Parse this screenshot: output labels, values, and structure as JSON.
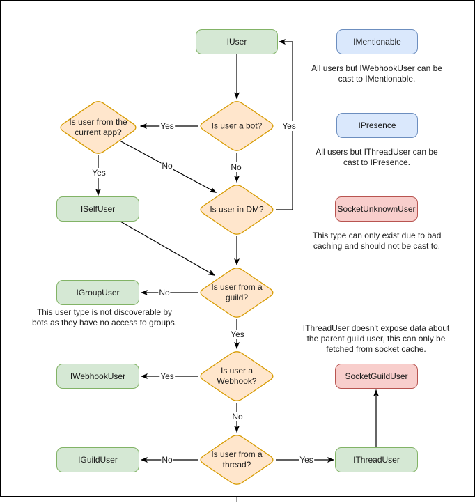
{
  "diagram": {
    "title_hint": "User type decision flowchart",
    "nodes": {
      "iuser": {
        "label": "IUser"
      },
      "imentionable": {
        "label": "IMentionable"
      },
      "ipresence": {
        "label": "IPresence"
      },
      "socket_unknown": {
        "label": "SocketUnknownUser"
      },
      "iself": {
        "label": "ISelfUser"
      },
      "igroup": {
        "label": "IGroupUser"
      },
      "iwebhook": {
        "label": "IWebhookUser"
      },
      "iguild": {
        "label": "IGuildUser"
      },
      "ithread": {
        "label": "IThreadUser"
      },
      "socket_guild": {
        "label": "SocketGuildUser"
      }
    },
    "decisions": {
      "is_bot": {
        "label": "Is user a bot?"
      },
      "is_current_app": {
        "label": "Is user from the current app?"
      },
      "is_dm": {
        "label": "Is user in DM?"
      },
      "is_guild": {
        "label": "Is user from a guild?"
      },
      "is_webhook": {
        "label": "Is user a Webhook?"
      },
      "is_thread": {
        "label": "Is user from a thread?"
      }
    },
    "edge_labels": {
      "bot_yes": "Yes",
      "bot_no": "No",
      "current_app_yes": "Yes",
      "current_app_no": "No",
      "dm_yes": "Yes",
      "guild_no": "No",
      "guild_yes": "Yes",
      "webhook_yes": "Yes",
      "webhook_no": "No",
      "thread_no": "No",
      "thread_yes": "Yes"
    },
    "annotations": {
      "mentionable_note": "All users but IWebhookUser can be cast to IMentionable.",
      "presence_note": "All users but IThreadUser can be cast to IPresence.",
      "unknown_note": "This type can only exist due to bad caching and should not be cast to.",
      "group_note": "This user type is not discoverable by bots as they have no access to groups.",
      "thread_note": "IThreadUser doesn't expose data about the parent guild user, this can only be fetched from socket cache."
    },
    "colors": {
      "interface_fill": "#d5e8d4",
      "interface_border": "#82b366",
      "decision_fill": "#ffe6cc",
      "decision_border": "#d79b00",
      "info_fill": "#dae8fc",
      "info_border": "#6c8ebf",
      "warning_fill": "#f8cecc",
      "warning_border": "#b85450",
      "edge_stroke": "#000000"
    }
  }
}
